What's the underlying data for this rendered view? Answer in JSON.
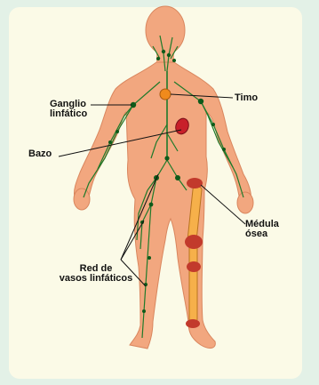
{
  "labels": {
    "ganglio": "Ganglio\nlinfático",
    "timo": "Timo",
    "bazo": "Bazo",
    "medula": "Médula\nósea",
    "red": "Red de\nvasos linfáticos"
  },
  "colors": {
    "outer_bg": "#e3f1e7",
    "panel_bg": "#fbfae7",
    "skin": "#f2a77f",
    "skin_shade": "#d9865e",
    "lymph": "#1e7a2a",
    "node": "#0e5a1a",
    "thymus": "#f08a1c",
    "spleen": "#c8202a",
    "bone": "#f6b04a",
    "marrow": "#c23a2c"
  }
}
